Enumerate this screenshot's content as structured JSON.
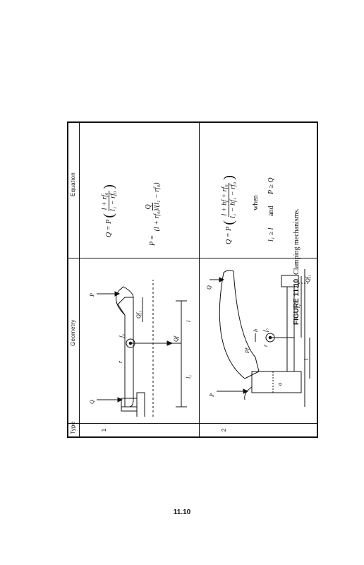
{
  "table": {
    "headers": {
      "type": "Type",
      "geometry": "Geometry",
      "equation": "Equation"
    },
    "rows": [
      {
        "type": "1",
        "geometry_labels": {
          "Q": "Q",
          "P": "P",
          "r": "r",
          "f0": "f₀",
          "l1": "l₁",
          "l": "l",
          "Qf1": "Qf₁",
          "Qf": "Qf"
        },
        "eq1": {
          "lhs": "Q = P",
          "num": "l + rf₀",
          "den": "l₁ − rf₀"
        },
        "eq2": {
          "lhs": "P =",
          "num": "Q",
          "den": "(l + rf₀)/(l₁ − rf₀)"
        }
      },
      {
        "type": "2",
        "geometry_labels": {
          "P": "P",
          "Q": "Q",
          "Qf1": "Qf₁",
          "Pf": "Pf",
          "r": "r",
          "f0": "f₀",
          "h": "h",
          "l1": "l₁",
          "l": "l",
          "a": "a"
        },
        "eq1": {
          "lhs": "Q = P",
          "num": "l + hf + rf₀",
          "den": "l₁ − hf₁ − rf₀"
        },
        "when": "when",
        "cond1": "l₁ ≥ l",
        "and": "and",
        "cond2": "P ≥ Q"
      }
    ]
  },
  "caption": {
    "label": "FIGURE 11.10",
    "text": "Clamping mechanisms."
  },
  "page_number": "11.10"
}
